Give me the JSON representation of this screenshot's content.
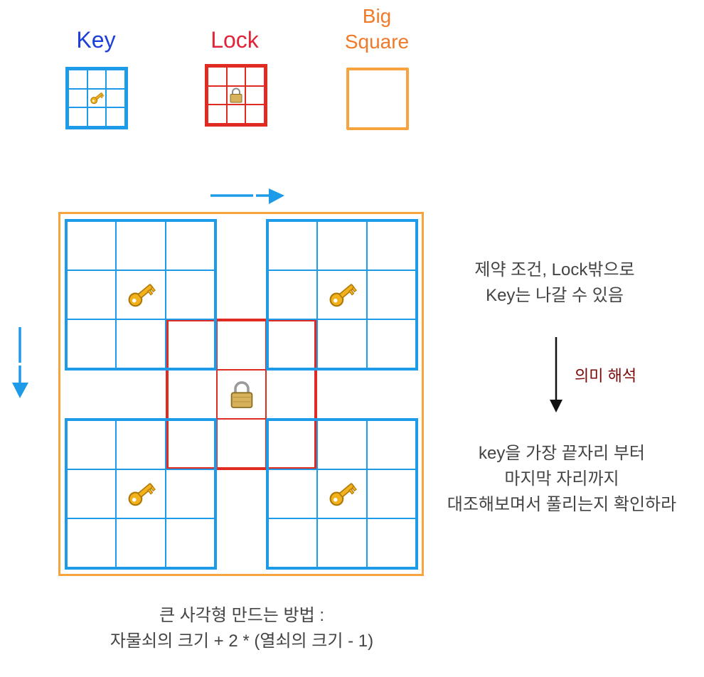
{
  "legend": {
    "key_label": "Key",
    "lock_label": "Lock",
    "big_square_label_line1": "Big",
    "big_square_label_line2": "Square"
  },
  "colors": {
    "key": "#1e9be8",
    "lock": "#e02b23",
    "big_square": "#f7a43e",
    "key_label": "#1b3fd8",
    "lock_label": "#e0243a",
    "big_label": "#f07a2a",
    "meaning": "#7a0a0a"
  },
  "icons": {
    "key": "key-icon",
    "lock": "padlock-icon"
  },
  "notes": {
    "constraint_line1": "제약 조건, Lock밖으로",
    "constraint_line2": "Key는 나갈 수 있음",
    "meaning": "의미 해석",
    "interpretation_line1": "key을 가장 끝자리 부터",
    "interpretation_line2": "마지막 자리까지",
    "interpretation_line3": "대조해보며서 풀리는지 확인하라"
  },
  "formula": {
    "line1": "큰 사각형 만드는 방법 :",
    "line2": "자물쇠의 크기 + 2 * (열쇠의 크기 - 1)"
  }
}
